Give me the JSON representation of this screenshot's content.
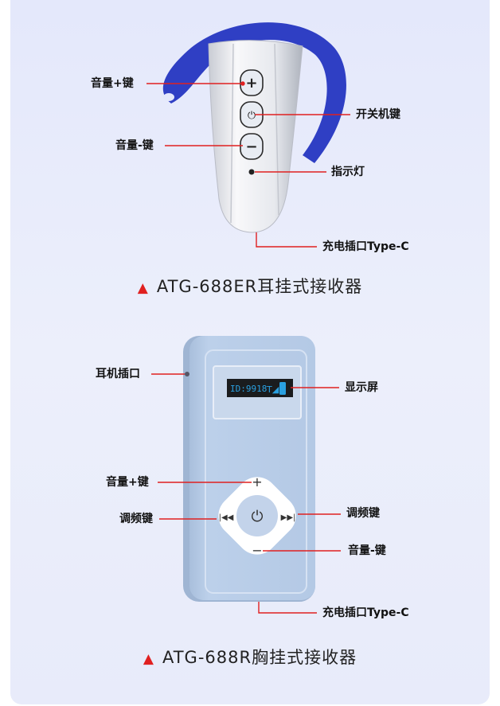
{
  "earhook": {
    "title": "ATG-688ER耳挂式接收器",
    "labels": {
      "vol_up": "音量+键",
      "power": "开关机键",
      "vol_down": "音量-键",
      "indicator": "指示灯",
      "charge": "充电插口Type-C"
    }
  },
  "chest": {
    "title": "ATG-688R胸挂式接收器",
    "screen_text": "ID:9918",
    "labels": {
      "headphone_jack": "耳机插口",
      "display": "显示屏",
      "vol_up": "音量+键",
      "tune_left": "调频键",
      "tune_right": "调频键",
      "vol_down": "音量-键",
      "charge": "充电插口Type-C"
    }
  },
  "colors": {
    "accent": "#e02020",
    "hook": "#2f3fc4",
    "device": "#b9cde8"
  }
}
